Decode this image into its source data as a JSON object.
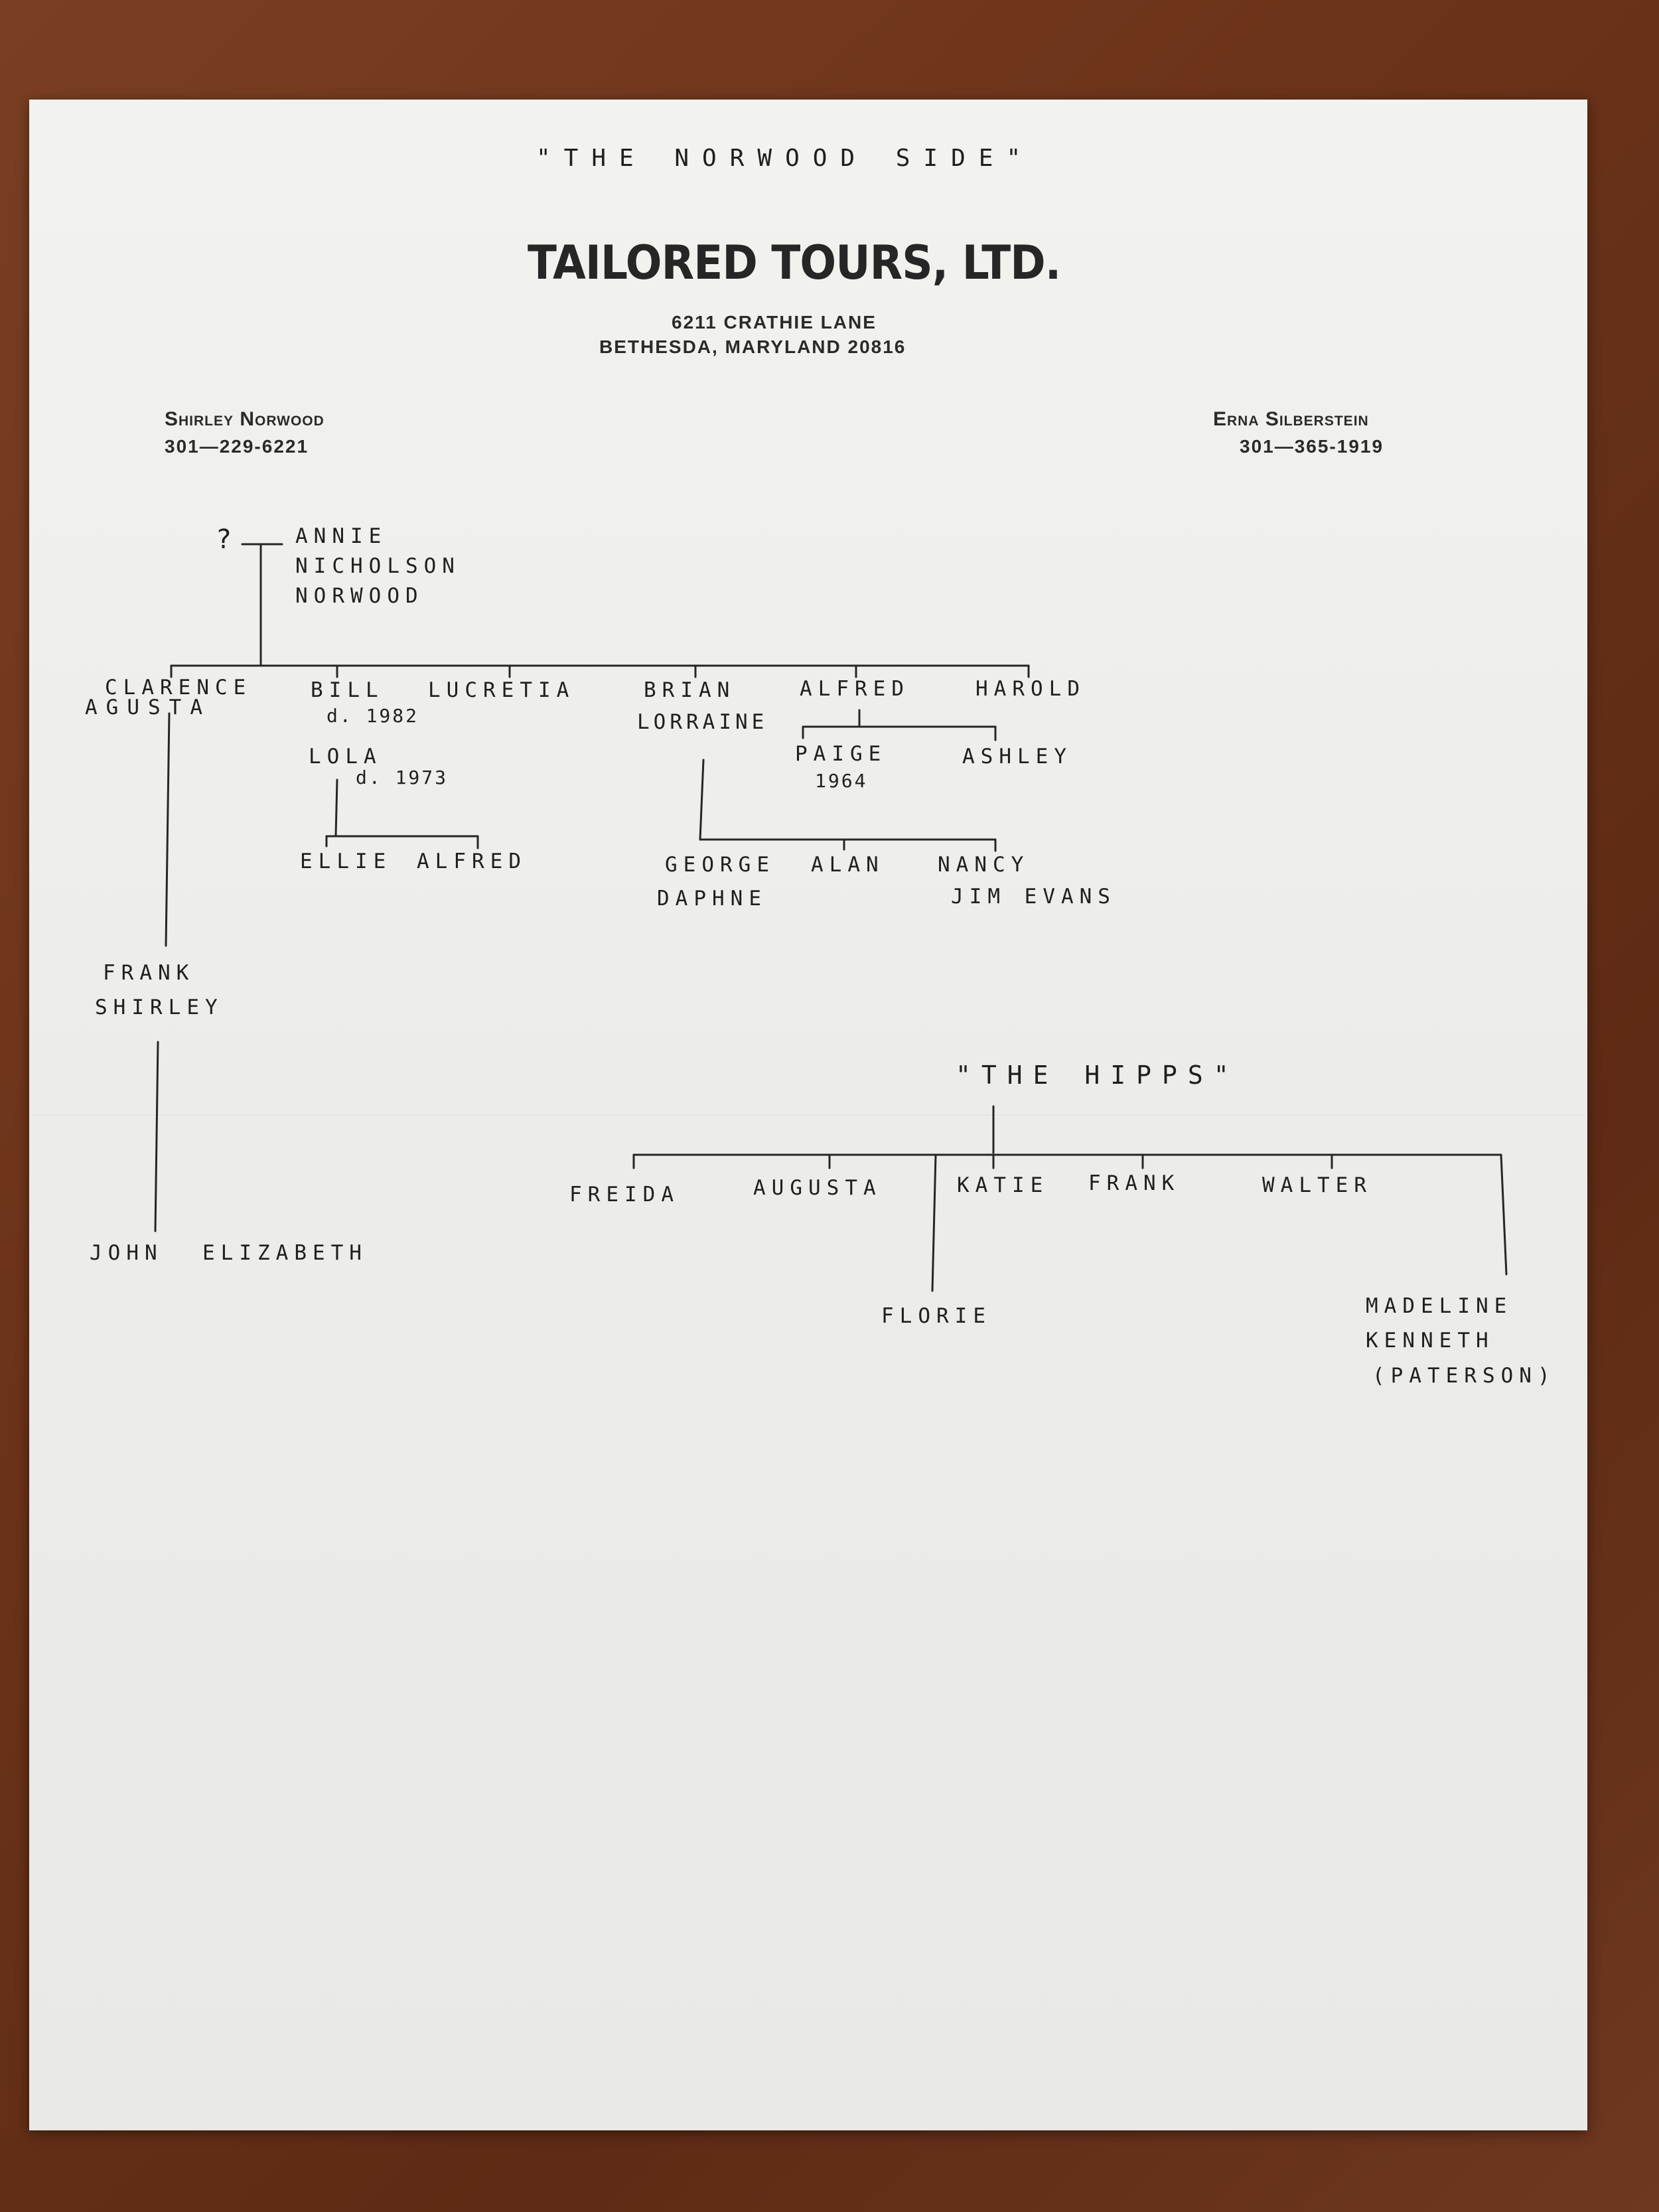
{
  "heading": "\"THE NORWOOD SIDE\"",
  "letterhead": {
    "company": "TAILORED TOURS, LTD.",
    "address_line1": "6211 CRATHIE LANE",
    "address_line2": "BETHESDA, MARYLAND 20816",
    "left_contact_name": "Shirley Norwood",
    "left_contact_phone": "301—229-6221",
    "right_contact_name": "Erna Silberstein",
    "right_contact_phone": "301—365-1919"
  },
  "norwood_tree": {
    "root_unknown": "?",
    "root_mother_line1": "ANNIE",
    "root_mother_line2": "NICHOLSON",
    "root_mother_line3": "NORWOOD",
    "children": {
      "clarence": "CLARENCE",
      "clarence_spouse": "AGUSTA",
      "bill": "BILL",
      "bill_death": "d. 1982",
      "bill_spouse": "LOLA",
      "lola_death": "d. 1973",
      "lucretia": "LUCRETIA",
      "brian": "BRIAN",
      "brian_spouse": "LORRAINE",
      "alfred": "ALFRED",
      "harold": "HAROLD"
    },
    "grandchildren": {
      "frank": "FRANK",
      "frank_spouse": "SHIRLEY",
      "ellie": "ELLIE",
      "alfred_jr": "ALFRED",
      "paige": "PAIGE",
      "paige_year": "1964",
      "ashley": "ASHLEY",
      "george": "GEORGE",
      "george_spouse": "DAPHNE",
      "alan": "ALAN",
      "nancy": "NANCY",
      "nancy_spouse": "JIM EVANS"
    },
    "great_grandchildren": {
      "john": "JOHN",
      "elizabeth": "ELIZABETH"
    }
  },
  "hipps_tree": {
    "heading": "\"THE HIPPS\"",
    "children": {
      "freida": "FREIDA",
      "augusta": "AUGUSTA",
      "katie": "KATIE",
      "frank": "FRANK",
      "walter": "WALTER"
    },
    "florie": "FLORIE",
    "madeline": "MADELINE",
    "kenneth": "KENNETH",
    "paterson": "(PATERSON)"
  }
}
